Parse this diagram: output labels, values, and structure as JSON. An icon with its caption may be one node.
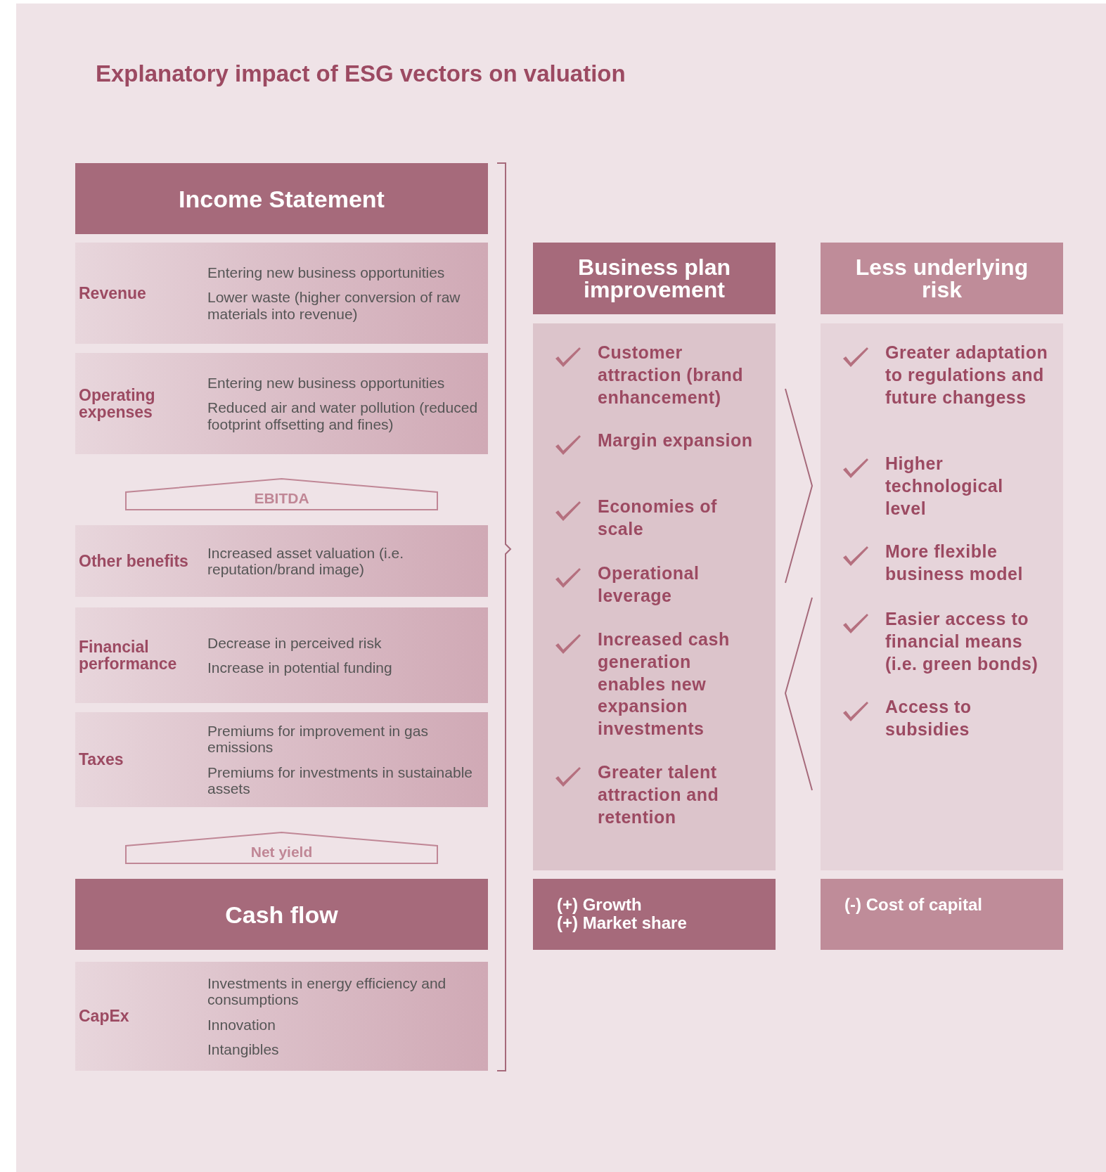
{
  "diagram": {
    "title": "Explanatory impact of ESG vectors on valuation",
    "nodes": [
      {
        "text": [
          "Income Statement"
        ]
      },
      {
        "text": [
          "Revenue",
          "Entering new business opportunities",
          "Lower waste (higher conversion of raw materials into revenue)"
        ]
      },
      {
        "text": [
          "Operating expenses",
          "Entering new business opportunities",
          "Reduced air and water pollution (reduced footprint offsetting and fines)"
        ]
      },
      {
        "text": [
          "EBITDA"
        ]
      },
      {
        "text": [
          "Other benefits",
          "Increased asset valuation (i.e. reputation/brand image)"
        ]
      },
      {
        "text": [
          "Financial performance",
          "Decrease in perceived risk",
          "Increase in potential funding"
        ]
      },
      {
        "text": [
          "Taxes",
          "Premiums for improvement in gas emissions",
          "Premiums for investments in sustainable assets"
        ]
      },
      {
        "text": [
          "Net yield"
        ]
      },
      {
        "text": [
          "Cash flow"
        ]
      },
      {
        "text": [
          "CapEx",
          "Investments in energy efficiency and consumptions",
          "Innovation",
          "Intangibles"
        ]
      },
      {
        "text": [
          "Business plan improvement"
        ]
      },
      {
        "text": [
          "Customer attraction (brand enhancement)",
          "Margin expansion",
          "Economies of scale",
          "Operational leverage",
          "Increased cash generation enables new expansion investments",
          "Greater talent attraction and retention"
        ]
      },
      {
        "text": [
          "(+) Growth",
          "(+) Market share"
        ]
      },
      {
        "text": [
          "Less underlying risk"
        ]
      },
      {
        "text": [
          "Greater adaptation to regulations and future changess",
          "Higher technological level",
          "More flexible business model",
          "Easier access to financial means (i.e. green bonds)",
          "Access to subsidies"
        ]
      },
      {
        "text": [
          "(-) Cost of capital"
        ]
      }
    ]
  }
}
